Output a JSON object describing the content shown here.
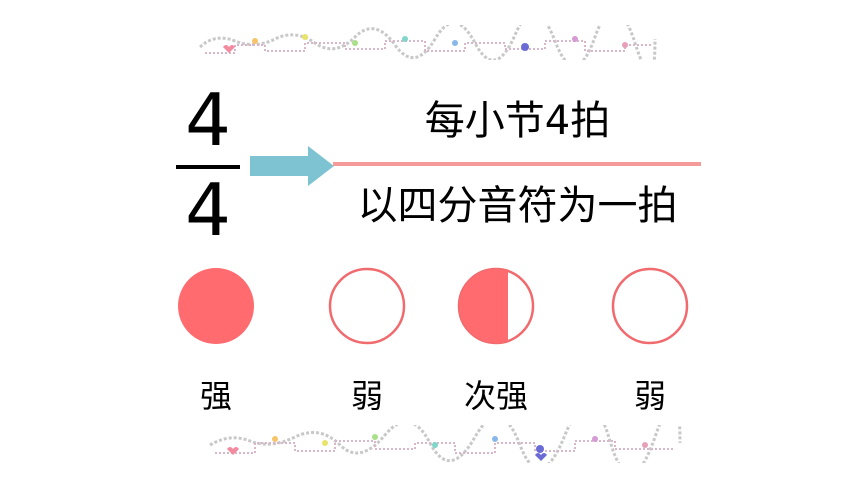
{
  "time_signature": {
    "numerator": "4",
    "denominator": "4"
  },
  "definition": {
    "top": "每小节4拍",
    "bottom": "以四分音符为一拍"
  },
  "beats": [
    {
      "label": "强",
      "fill": "full"
    },
    {
      "label": "弱",
      "fill": "empty"
    },
    {
      "label": "次强",
      "fill": "half"
    },
    {
      "label": "弱",
      "fill": "empty"
    }
  ],
  "colors": {
    "beat": "#ff6b6f",
    "beat_outline": "#f06a6e",
    "divider": "#f49a98",
    "arrow": "#7ec3d2"
  }
}
